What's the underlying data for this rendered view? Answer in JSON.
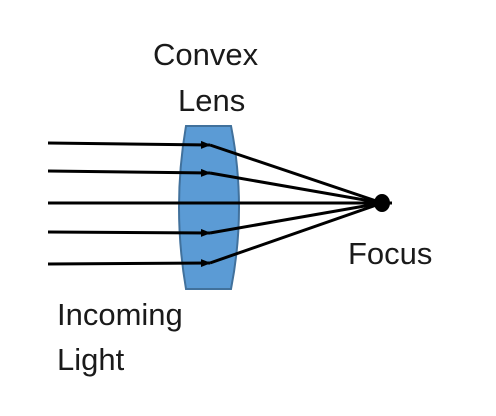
{
  "labels": {
    "lens_line1": "Convex",
    "lens_line2": "Lens",
    "focus": "Focus",
    "light_line1": "Incoming",
    "light_line2": "Light"
  },
  "colors": {
    "lens_fill": "#5b9bd5",
    "lens_stroke": "#41719c",
    "ray": "#000000",
    "focus_point": "#000000",
    "text": "#1a1a1a"
  },
  "diagram": {
    "ray_count": 5
  }
}
